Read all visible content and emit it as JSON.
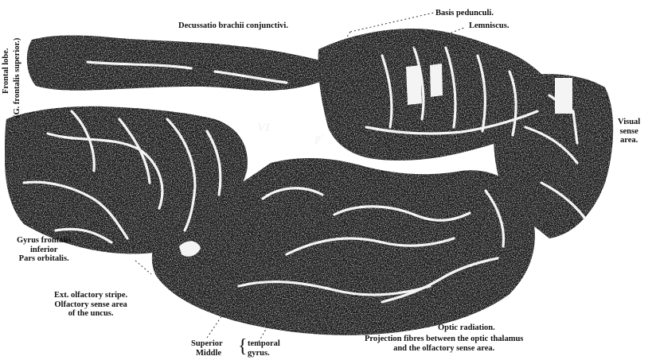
{
  "labels": {
    "decussatio": "Decussatio brachii conjunctivi.",
    "basis": "Basis pedunculi.",
    "lemniscus": "Lemniscus.",
    "frontal_lobe": "Frontal lobe.",
    "g_frontalis": "(G. frontalis superior.)",
    "visual": [
      "Visual",
      "sense",
      "area."
    ],
    "gyrus_frontalis": [
      "Gyrus frontalis",
      "inferior",
      "Pars orbitalis."
    ],
    "olfactory": [
      "Ext. olfactory stripe.",
      "Olfactory sense area",
      "of the uncus."
    ],
    "superior": "Superior",
    "middle": "Middle",
    "temporal": "temporal",
    "gyrus": "gyrus.",
    "optic_radiation": "Optic radiation.",
    "projection": [
      "Projection fibres between the optic thalamus",
      "and the olfactory sense area."
    ],
    "marker_vi": "VI",
    "marker_p": "p'"
  },
  "colors": {
    "tissue": "#1c1c1c",
    "white_matter": "#f4f4f4",
    "ink": "#111111"
  }
}
